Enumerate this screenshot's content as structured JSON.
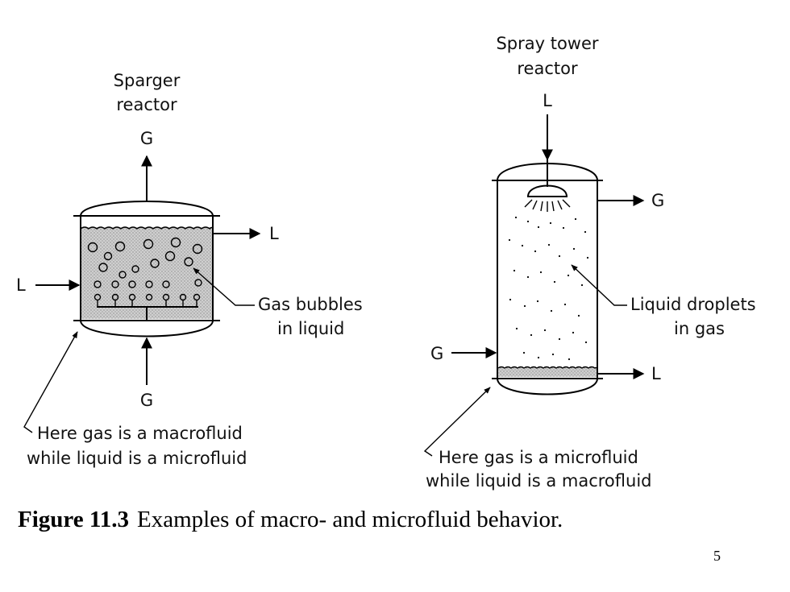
{
  "sparger": {
    "title_line1": "Sparger",
    "title_line2": "reactor",
    "gas_out": "G",
    "liquid_out": "L",
    "liquid_in": "L",
    "gas_in": "G",
    "callout_line1": "Gas bubbles",
    "callout_line2": "in liquid",
    "note_line1": "Here gas is a macrofluid",
    "note_line2": "while liquid is a microfluid"
  },
  "spray": {
    "title_line1": "Spray tower",
    "title_line2": "reactor",
    "liquid_in": "L",
    "gas_out": "G",
    "gas_in": "G",
    "liquid_out": "L",
    "callout_line1": "Liquid droplets",
    "callout_line2": "in gas",
    "note_line1": "Here gas  is a microfluid",
    "note_line2": "while liquid is a macrofluid"
  },
  "caption": {
    "label": "Figure 11.3",
    "text": "Examples of macro- and microfluid behavior."
  },
  "page_number": "5"
}
